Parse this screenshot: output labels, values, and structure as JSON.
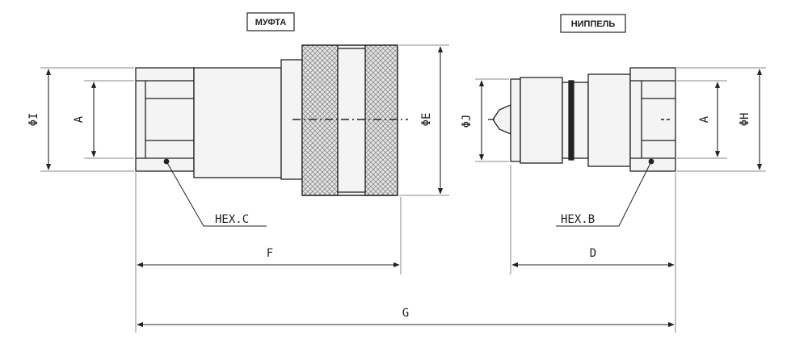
{
  "labels": {
    "coupler_title": "МУФТА",
    "nipple_title": "НИППЕЛЬ",
    "dim_I": "ΦI",
    "dim_A_left": "A",
    "dim_E": "ΦE",
    "dim_J": "ΦJ",
    "dim_A_right": "A",
    "dim_H": "ΦH",
    "hex_c": "HEX.C",
    "hex_b": "HEX.B",
    "dim_F": "F",
    "dim_D": "D",
    "dim_G": "G"
  },
  "colors": {
    "line": "#222222",
    "fill": "#f2f2f2",
    "knurl": "#cfcfcf"
  }
}
